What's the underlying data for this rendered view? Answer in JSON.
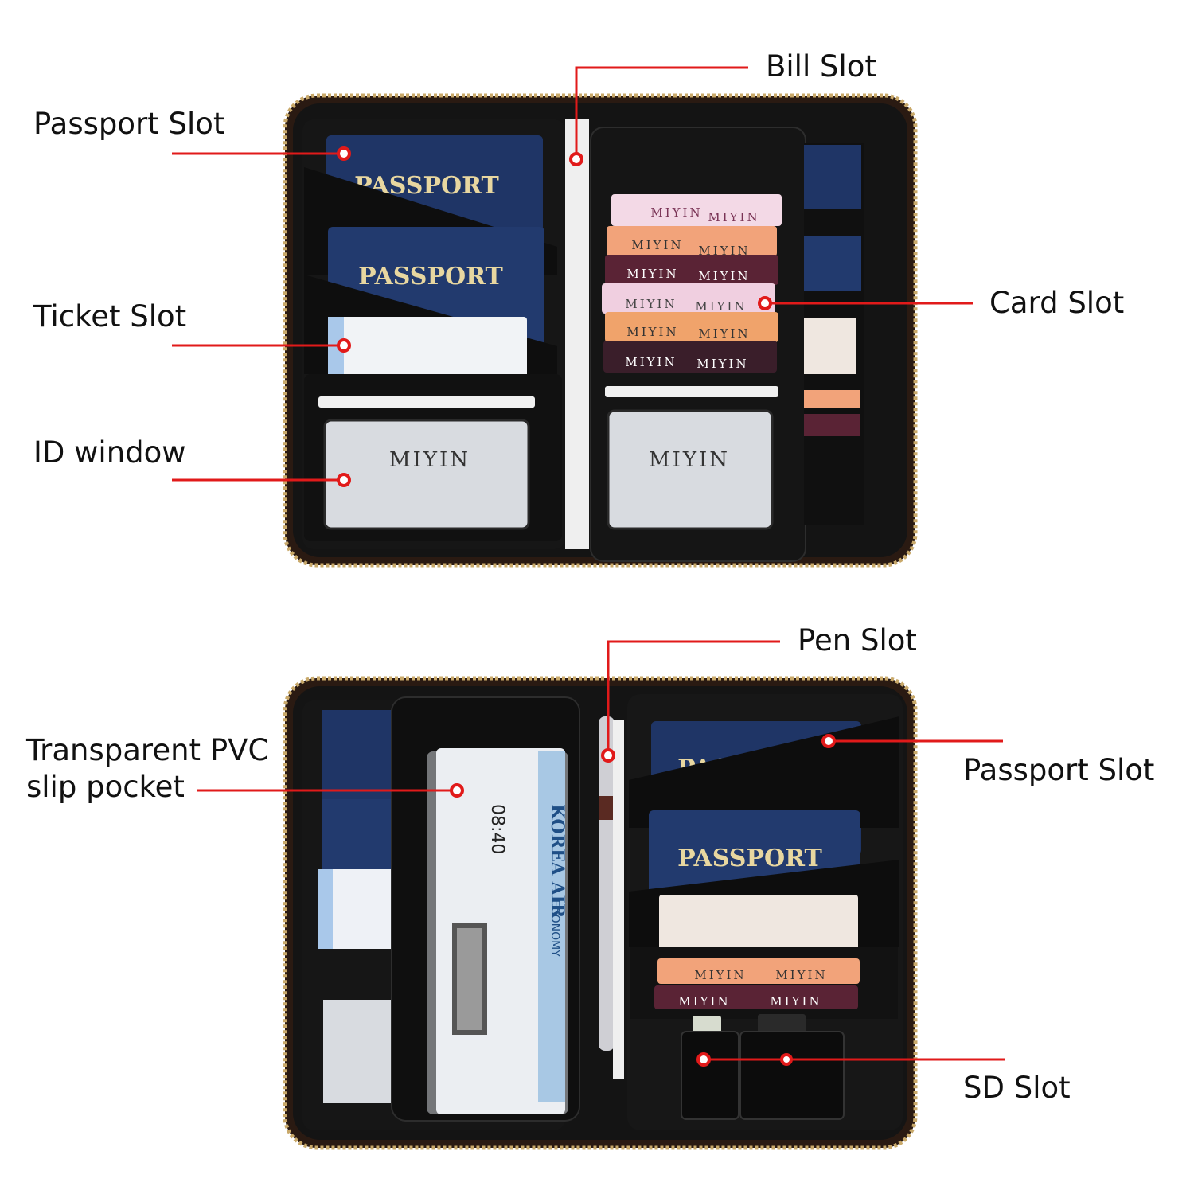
{
  "colors": {
    "callout": "#e11a1a",
    "leather": "#111111",
    "leather_edge": "#2a1a12",
    "zipper": "#c9a96a",
    "passport": "#1f3566",
    "passport_text": "#e8d7a0"
  },
  "top_view": {
    "callouts": {
      "passport_slot": "Passport Slot",
      "bill_slot": "Bill Slot",
      "ticket_slot": "Ticket Slot",
      "card_slot": "Card Slot",
      "id_window": "ID window"
    },
    "passport_cover_text": "PASSPORT",
    "card_brand": "MIYIN",
    "id_card_text": "MIYIN"
  },
  "bottom_view": {
    "callouts": {
      "pen_slot": "Pen Slot",
      "pvc_pocket": "Transparent PVC\nslip pocket",
      "passport_slot": "Passport Slot",
      "sd_slot": "SD Slot"
    },
    "passport_cover_text": "PASSPORT",
    "card_brand": "MIYIN",
    "ticket_airline": "KOREA AIR",
    "ticket_class": "ECONOMY",
    "ticket_time": "08:40"
  }
}
